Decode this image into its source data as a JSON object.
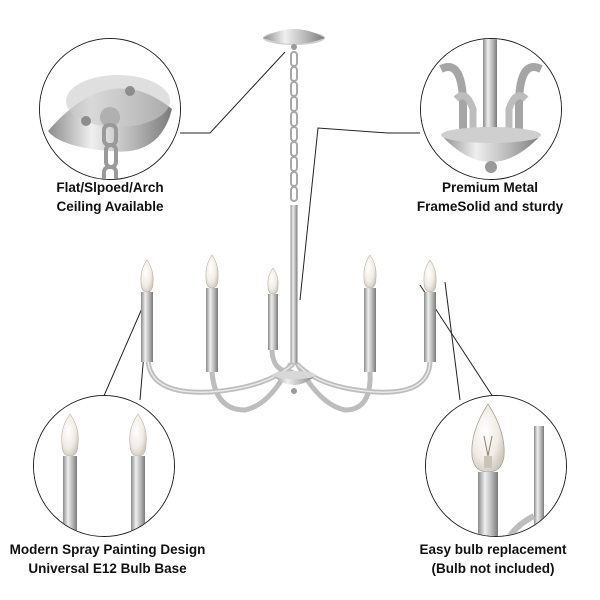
{
  "captions": {
    "top_left": {
      "line1": "Flat/Slpoed/Arch",
      "line2": "Ceiling Available"
    },
    "top_right": {
      "line1": "Premium Metal",
      "line2": "FrameSolid and sturdy"
    },
    "bottom_left": {
      "line1": "Modern Spray Painting Design",
      "line2": "Universal E12 Bulb Base"
    },
    "bottom_right": {
      "line1": "Easy bulb replacement",
      "line2": "(Bulb not included)"
    }
  },
  "colors": {
    "metal_light": "#e6e6e6",
    "metal_mid": "#b8b8b8",
    "metal_dark": "#7d7d7d",
    "bulb": "#f2efe9",
    "line": "#222222"
  }
}
